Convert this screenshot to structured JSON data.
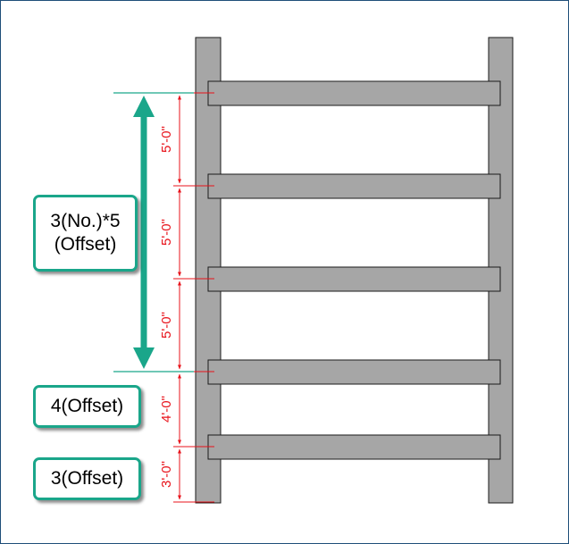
{
  "callouts": {
    "spacing_group_line1": "3(No.)*5",
    "spacing_group_line2": "(Offset)",
    "offset_4": "4(Offset)",
    "offset_3": "3(Offset)"
  },
  "dimensions": [
    "5'-0\"",
    "5'-0\"",
    "5'-0\"",
    "4'-0\"",
    "3'-0\""
  ],
  "colors": {
    "member_fill": "#a6a6a6",
    "member_stroke": "#1a1a1a",
    "dimension": "#e8131b",
    "accent": "#1aa68a",
    "frame": "#1f4e79"
  }
}
